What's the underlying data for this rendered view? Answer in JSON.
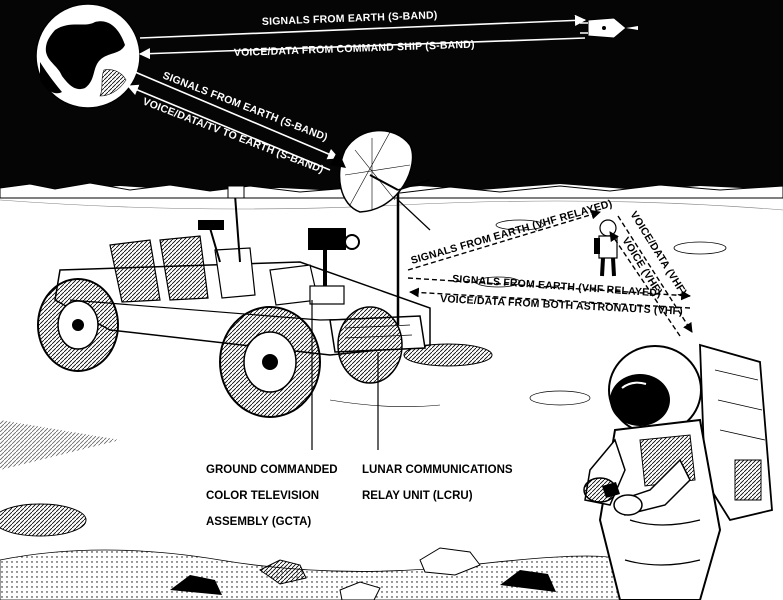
{
  "signals": {
    "earth_to_ship": "SIGNALS FROM EARTH (S-BAND)",
    "ship_to_earth": "VOICE/DATA FROM COMMAND SHIP (S-BAND)",
    "earth_to_antenna": "SIGNALS FROM EARTH (S-BAND)",
    "antenna_to_earth": "VOICE/DATA/TV TO EARTH (S-BAND)",
    "vhf_relayed_1": "SIGNALS FROM EARTH (VHF RELAYED)",
    "vhf_relayed_2": "SIGNALS FROM EARTH (VHF RELAYED)",
    "vhf_both": "VOICE/DATA FROM BOTH ASTRONAUTS (VHF)",
    "voice_data_vhf": "VOICE/DATA (VHF)",
    "voice_vhf": "VOICE (VHF)"
  },
  "callouts": {
    "gcta": [
      "GROUND COMMANDED",
      "COLOR TELEVISION",
      "ASSEMBLY (GCTA)"
    ],
    "lcru": [
      "LUNAR COMMUNICATIONS",
      "RELAY UNIT (LCRU)"
    ]
  },
  "colors": {
    "sky": "#050505",
    "ground": "#ffffff",
    "ink": "#000000"
  }
}
